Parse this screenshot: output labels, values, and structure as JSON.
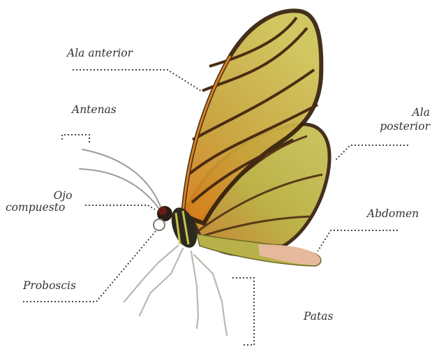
{
  "labels": {
    "ala_anterior": "Ala anterior",
    "antenas": "Antenas",
    "ala_posterior_1": "Ala",
    "ala_posterior_2": "posterior",
    "ojo_compuesto_1": "Ojo",
    "ojo_compuesto_2": "compuesto",
    "abdomen": "Abdomen",
    "proboscis": "Proboscis",
    "patas": "Patas"
  },
  "colors": {
    "label_text": "#333333",
    "leader_line": "#444444",
    "wing_vein": "#3b2412",
    "wing_fill_light": "#c9c04a",
    "wing_fill_orange": "#d9821e",
    "body": "#2a2a20",
    "abdomen_tip": "#e9b9a0"
  }
}
